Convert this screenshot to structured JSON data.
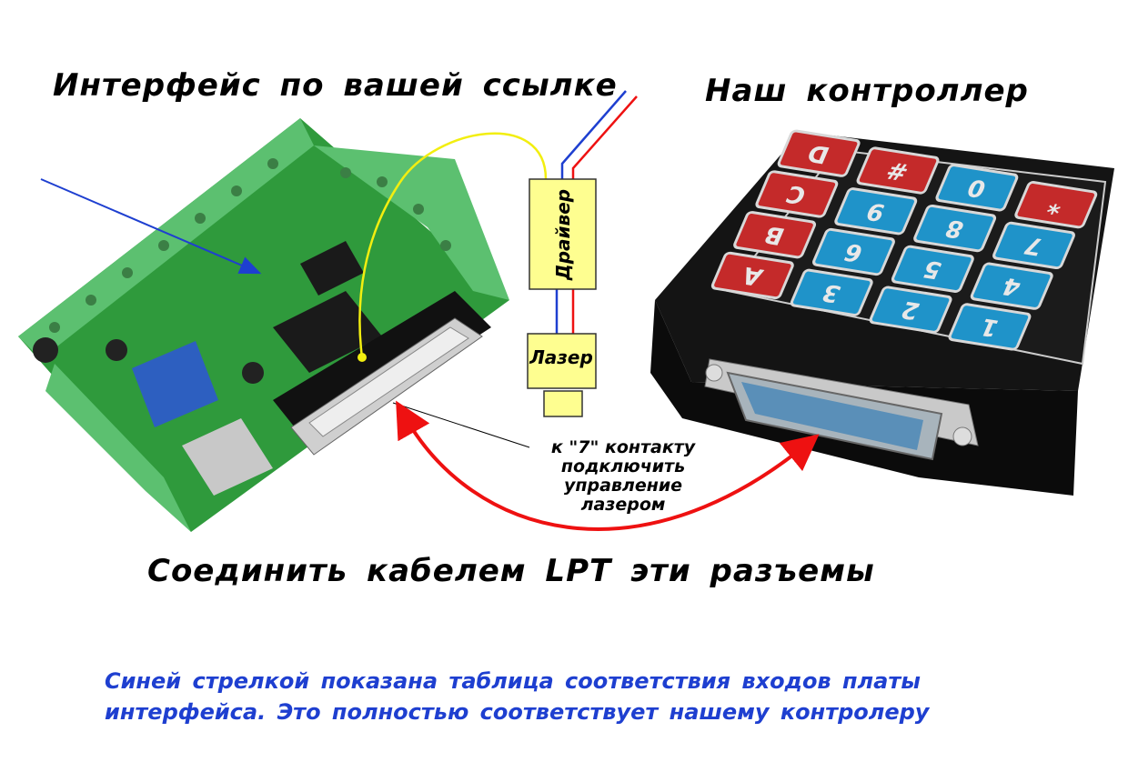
{
  "titles": {
    "interface": "Интерфейс по вашей ссылке",
    "controller": "Наш контроллер",
    "connect": "Соединить кабелем LPT эти разъемы"
  },
  "labels": {
    "driver": "Драйвер",
    "laser": "Лазер",
    "note": [
      "к \"7\" контакту",
      "подключить",
      "управление",
      "лазером"
    ]
  },
  "footer": [
    "Синей стрелкой показана  таблица  соответствия входов  платы",
    "интерфейса.  Это полностью соответствует нашему контролеру"
  ],
  "keypad": {
    "rows": [
      [
        "D",
        "#",
        "0",
        "*"
      ],
      [
        "C",
        "9",
        "8",
        "7"
      ],
      [
        "B",
        "6",
        "5",
        "4"
      ],
      [
        "A",
        "3",
        "2",
        "1"
      ]
    ]
  },
  "colors": {
    "board": "#2f9a3c",
    "terminal": "#5cc070",
    "accent_blue": "#1e3fd0",
    "arrow_red": "#ee1111",
    "wire_yellow": "#f2ee10"
  }
}
